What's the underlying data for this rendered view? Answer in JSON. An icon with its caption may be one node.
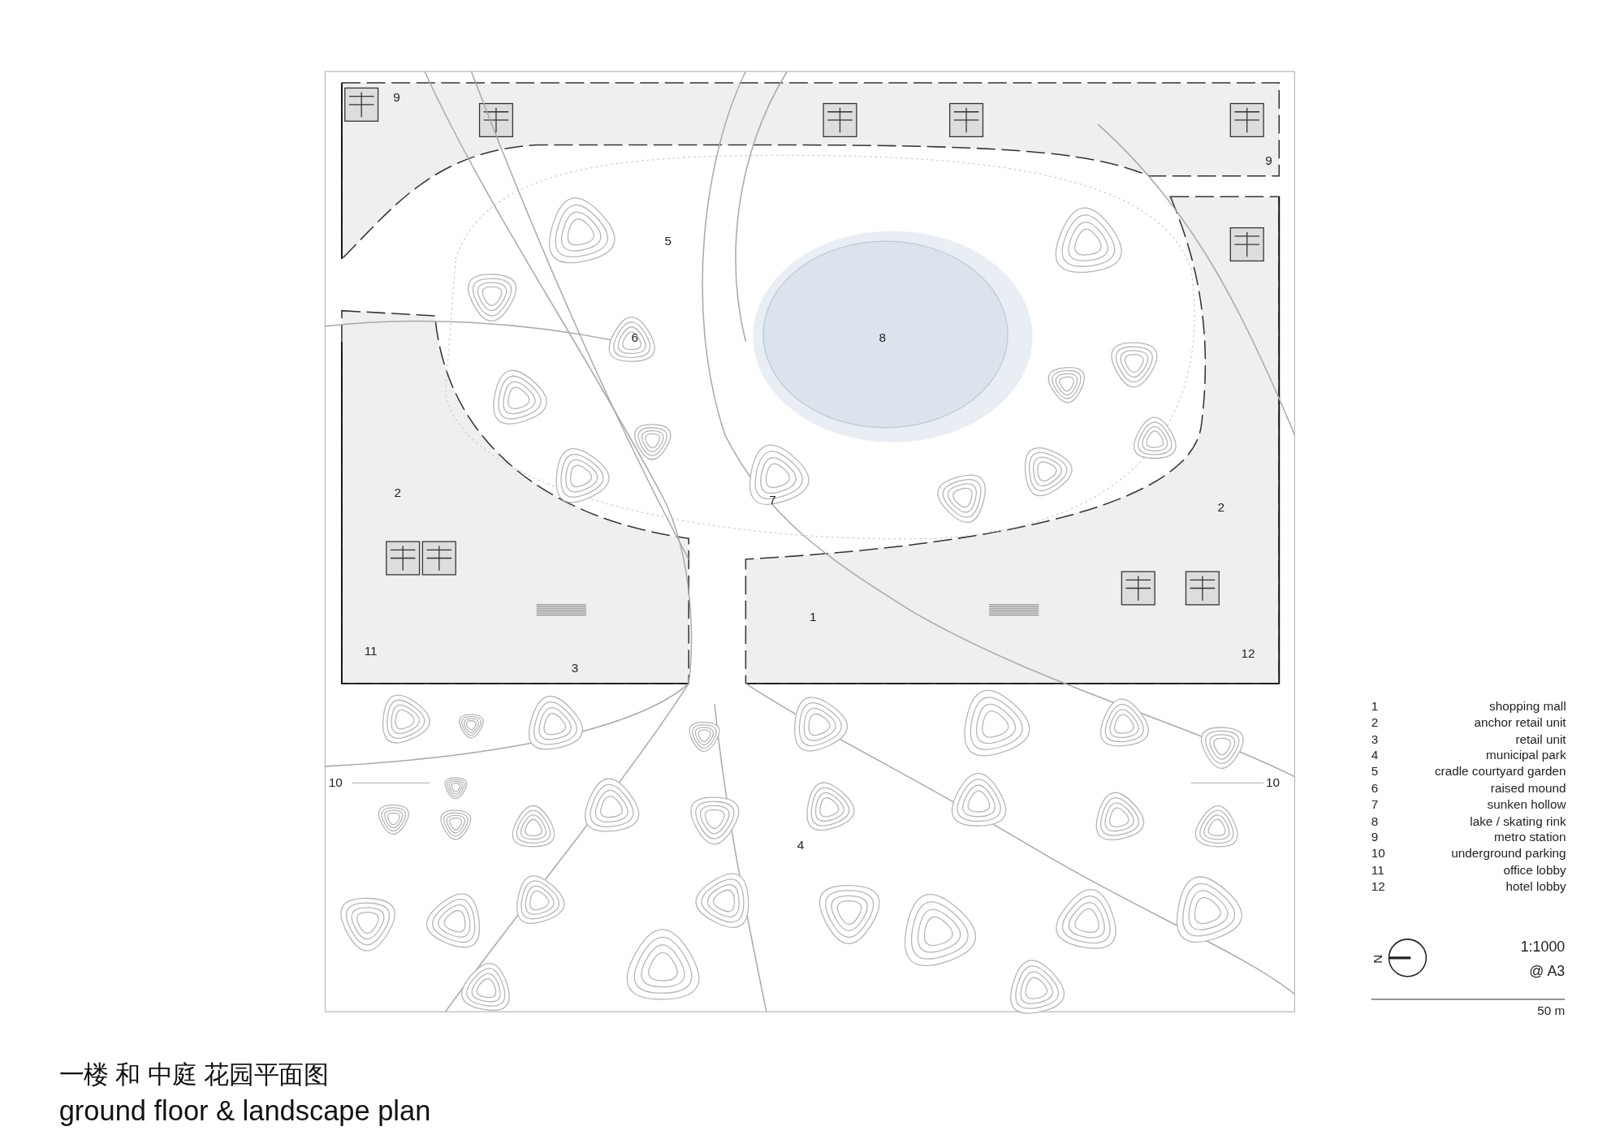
{
  "diagram": {
    "title": "一楼 和 中庭 花园平面图",
    "caption": "ground floor & landscape plan",
    "labels": [
      "9",
      "9",
      "5",
      "6",
      "8",
      "2",
      "7",
      "2",
      "1",
      "11",
      "3",
      "12",
      "10",
      "10",
      "4",
      "1",
      "shopping mall",
      "2",
      "anchor retail unit",
      "3",
      "retail unit",
      "4",
      "municipal park",
      "5",
      "cradle courtyard garden",
      "6",
      "raised mound",
      "7",
      "sunken hollow",
      "8",
      "lake / skating rink",
      "9",
      "metro station",
      "10",
      "underground parking",
      "11",
      "office lobby",
      "12",
      "hotel lobby",
      "N",
      "1:1000",
      "@ A3",
      "50 m"
    ]
  }
}
